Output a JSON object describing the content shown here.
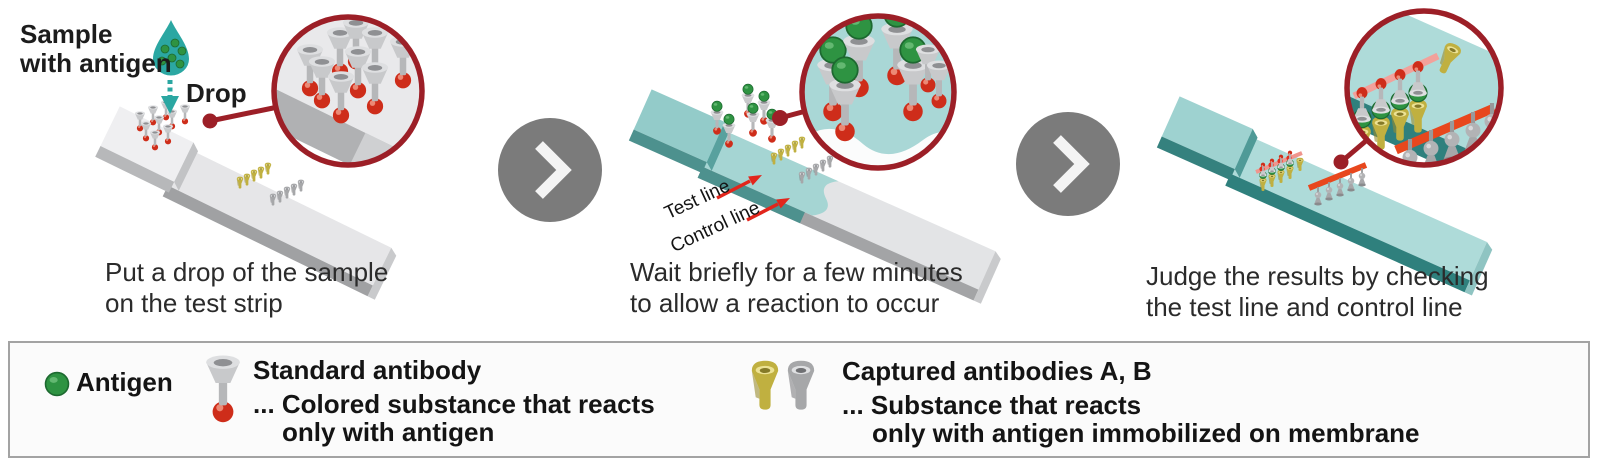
{
  "panels": [
    {
      "caption_line1": "Put a drop of the sample",
      "caption_line2": "on the test strip",
      "labels": {
        "sample_line1": "Sample",
        "sample_line2": "with antigen",
        "drop": "Drop"
      }
    },
    {
      "caption_line1": "Wait briefly for a few minutes",
      "caption_line2": "to allow a reaction to occur",
      "labels": {
        "test_line": "Test line",
        "control_line": "Control line"
      }
    },
    {
      "caption_line1": "Judge the results by checking",
      "caption_line2": "the test line and control line"
    }
  ],
  "legend": {
    "antigen_label": "Antigen",
    "standard_antibody": {
      "title": "Standard antibody",
      "desc_line1": "... Colored substance that reacts",
      "desc_line2": "only with antigen"
    },
    "captured_antibodies": {
      "title": "Captured antibodies A, B",
      "desc_line1": "... Substance that reacts",
      "desc_line2": "only with antigen immobilized on membrane"
    }
  },
  "icons": {
    "antigen": "green-sphere",
    "standard_antibody": "gray-cup-with-red-sphere",
    "captured_antibody_a": "yellow-cup",
    "captured_antibody_b": "gray-cup",
    "chevron_right": "❯",
    "droplet": "teal-drop",
    "magnifier_callout": "dark-red-circle",
    "pointer_arrow": "red-arrow"
  },
  "colors": {
    "teal": "#2ba7a2",
    "strip_teal": "#aedbd9",
    "strip_gray": "#e6e6e8",
    "magnifier_red": "#9c1f27",
    "arrow_red": "#e2261c",
    "antigen_green": "#2e9342",
    "standard_gray": "#c8c9cb",
    "ball_red": "#ce2d1a",
    "captured_yellow": "#c0b040",
    "captured_gray": "#a6a7a9",
    "chevron_gray": "#7b7b7b",
    "text_dark": "#2b2b2b"
  }
}
